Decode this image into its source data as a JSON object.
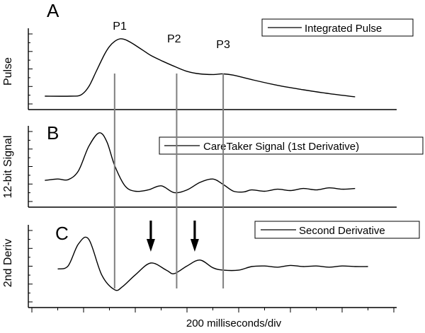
{
  "chart_data": [
    {
      "type": "line",
      "panel_label": "A",
      "ylabel": "Pulse",
      "legend": "Integrated Pulse",
      "legend_position": "top-right",
      "peak_labels": [
        {
          "text": "P1",
          "x": 3.4
        },
        {
          "text": "P2",
          "x": 5.5
        },
        {
          "text": "P3",
          "x": 7.4
        }
      ],
      "x": [
        0.5,
        1.5,
        1.9,
        2.2,
        2.5,
        2.8,
        3.0,
        3.2,
        3.4,
        3.6,
        3.8,
        4.0,
        4.3,
        4.6,
        5.0,
        5.5,
        6.0,
        6.5,
        7.0,
        7.4,
        7.8,
        8.5,
        9.5,
        10.5,
        11.5,
        12.5
      ],
      "values": [
        0.1,
        0.1,
        0.12,
        0.25,
        0.5,
        0.75,
        0.88,
        0.96,
        1.0,
        0.99,
        0.95,
        0.9,
        0.82,
        0.74,
        0.66,
        0.57,
        0.49,
        0.45,
        0.44,
        0.45,
        0.43,
        0.36,
        0.27,
        0.2,
        0.14,
        0.09
      ]
    },
    {
      "type": "line",
      "panel_label": "B",
      "ylabel": "12-bit Signal",
      "legend": "CareTaker Signal (1st Derivative)",
      "legend_position": "top-right",
      "x": [
        0.5,
        1.0,
        1.4,
        1.8,
        2.2,
        2.6,
        2.9,
        3.2,
        3.6,
        4.0,
        4.5,
        5.0,
        5.5,
        6.0,
        6.5,
        7.0,
        7.4,
        7.8,
        8.2,
        8.5,
        9.0,
        9.5,
        10.0,
        10.5,
        11.0,
        11.5,
        12.0,
        12.5
      ],
      "values": [
        0.28,
        0.3,
        0.29,
        0.42,
        0.78,
        0.98,
        0.85,
        0.5,
        0.2,
        0.12,
        0.14,
        0.2,
        0.1,
        0.14,
        0.25,
        0.3,
        0.22,
        0.12,
        0.11,
        0.14,
        0.12,
        0.15,
        0.13,
        0.16,
        0.14,
        0.17,
        0.15,
        0.16
      ]
    },
    {
      "type": "line",
      "panel_label": "C",
      "ylabel": "2nd Deriv",
      "legend": "Second Derivative",
      "legend_position": "top-right",
      "arrows_at_x": [
        4.6,
        6.3
      ],
      "x": [
        1.0,
        1.4,
        1.8,
        2.2,
        2.7,
        3.2,
        3.5,
        4.0,
        4.6,
        5.2,
        5.5,
        6.0,
        6.5,
        7.0,
        7.4,
        8.0,
        8.5,
        9.0,
        9.5,
        10.0,
        10.5,
        11.0,
        11.5,
        12.0,
        12.5,
        13.0
      ],
      "values": [
        0.4,
        0.45,
        0.82,
        0.9,
        0.3,
        0.05,
        0.1,
        0.3,
        0.5,
        0.38,
        0.32,
        0.45,
        0.55,
        0.42,
        0.38,
        0.38,
        0.44,
        0.45,
        0.43,
        0.46,
        0.44,
        0.45,
        0.43,
        0.45,
        0.44,
        0.44
      ]
    }
  ],
  "vertical_markers_x": [
    3.2,
    5.6,
    7.4
  ],
  "xlabel": "200 milliseconds/div"
}
